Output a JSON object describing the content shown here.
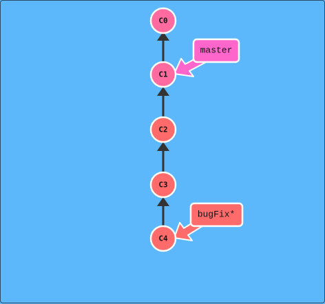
{
  "diagram": {
    "commits": [
      {
        "id": "C0",
        "label": "C0",
        "color": "#ff6b9e"
      },
      {
        "id": "C1",
        "label": "C1",
        "color": "#ff6b9e"
      },
      {
        "id": "C2",
        "label": "C2",
        "color": "#ff6b6b"
      },
      {
        "id": "C3",
        "label": "C3",
        "color": "#ff6b6b"
      },
      {
        "id": "C4",
        "label": "C4",
        "color": "#ff6b6b"
      }
    ],
    "branches": [
      {
        "name": "master",
        "target": "C1",
        "color": "#ff66cc"
      },
      {
        "name": "bugFix*",
        "target": "C4",
        "color": "#ff6b6b"
      }
    ],
    "edges": [
      {
        "from": "C1",
        "to": "C0"
      },
      {
        "from": "C2",
        "to": "C1"
      },
      {
        "from": "C3",
        "to": "C2"
      },
      {
        "from": "C4",
        "to": "C3"
      }
    ]
  },
  "colors": {
    "background": "#5cb8fb",
    "edge": "#333333",
    "node_stroke": "#ffffff"
  }
}
